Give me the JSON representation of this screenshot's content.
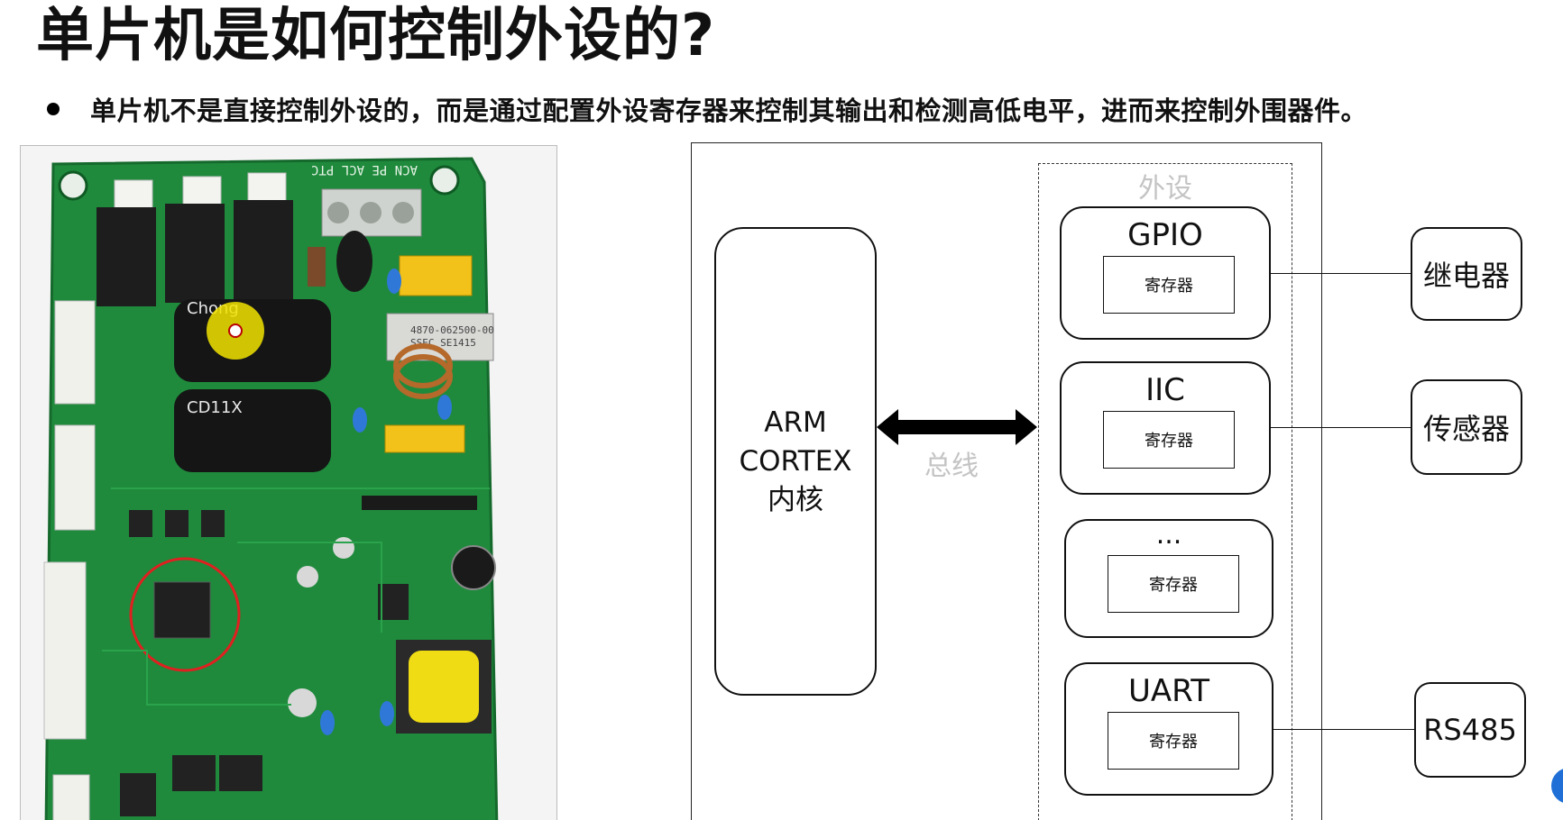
{
  "slide": {
    "title": "单片机是如何控制外设的?",
    "bullet": "单片机不是直接控制外设的，而是通过配置外设寄存器来控制其输出和检测高低电平，进而来控制外围器件。"
  },
  "photo": {
    "silkscreen_top": "ACN   PE   ACL        PTC",
    "transformer_label_1": "4870-062500-00",
    "transformer_label_2": "SSEC  SE1415",
    "cap_brand": "Chong",
    "cap_model": "CD11X"
  },
  "diagram": {
    "core_lines": [
      "ARM",
      "CORTEX",
      "内核"
    ],
    "bus_label": "总线",
    "group_label": "外设",
    "peripherals": [
      {
        "name": "GPIO",
        "register": "寄存器"
      },
      {
        "name": "IIC",
        "register": "寄存器"
      },
      {
        "name": "...",
        "register": "寄存器"
      },
      {
        "name": "UART",
        "register": "寄存器"
      }
    ],
    "external_devices": [
      "继电器",
      "传感器",
      "RS485"
    ]
  },
  "colors": {
    "pcb_green": "#1f8a3c",
    "pcb_dark": "#15692c",
    "highlight_yellow": "#f2e400",
    "mcu_circle_red": "#e02020",
    "faint_label": "#c4c4c4"
  }
}
